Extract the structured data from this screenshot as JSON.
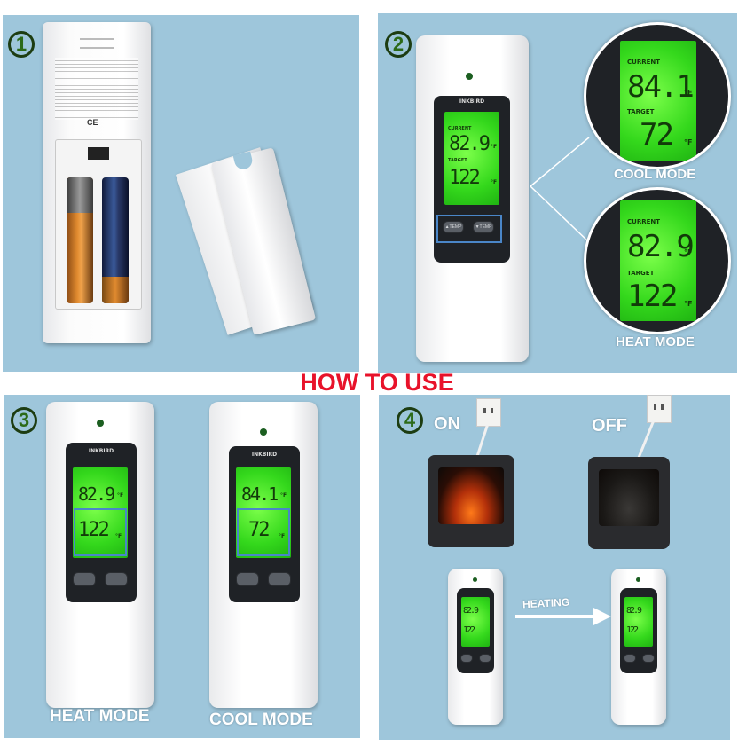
{
  "title": "HOW TO USE",
  "colors": {
    "panel": "#9ec6db",
    "title": "#e8122a",
    "lcd": "#4be22a",
    "badge": "#2c6a18"
  },
  "steps": {
    "one": {
      "badge": "1"
    },
    "two": {
      "badge": "2",
      "main": {
        "brand": "INKBIRD",
        "current_label": "CURRENT",
        "current": "82.9",
        "target_label": "TARGET",
        "target": "122",
        "unit": "°F",
        "btn_left": "▲TEMP",
        "btn_right": "▼TEMP"
      },
      "cool": {
        "caption": "COOL MODE",
        "current_label": "CURRENT",
        "current": "84.1",
        "target_label": "TARGET",
        "target": "72",
        "unit": "°F"
      },
      "heat": {
        "caption": "HEAT MODE",
        "current_label": "CURRENT",
        "current": "82.9",
        "target_label": "TARGET",
        "target": "122",
        "unit": "°F"
      }
    },
    "three": {
      "badge": "3",
      "heat": {
        "caption": "HEAT MODE",
        "brand": "INKBIRD",
        "current": "82.9",
        "target": "122",
        "unit": "°F"
      },
      "cool": {
        "caption": "COOL MODE",
        "brand": "INKBIRD",
        "current": "84.1",
        "target": "72",
        "unit": "°F"
      }
    },
    "four": {
      "badge": "4",
      "on": "ON",
      "off": "OFF",
      "arrow_label": "HEATING",
      "left": {
        "current": "82.9",
        "target": "122"
      },
      "right": {
        "current": "82.9",
        "target": "122"
      }
    }
  }
}
